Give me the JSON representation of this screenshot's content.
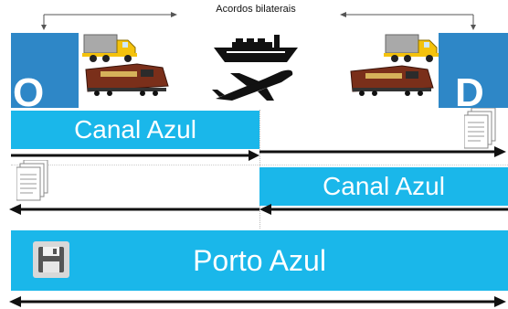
{
  "header": {
    "note": "Acordos bilaterais"
  },
  "origin": {
    "label": "O"
  },
  "destination": {
    "label": "D"
  },
  "flows": {
    "outbound_label": "Canal Azul",
    "inbound_label": "Canal Azul",
    "port_label": "Porto Azul"
  },
  "icons": [
    "truck-icon",
    "train-icon",
    "ship-icon",
    "airplane-icon",
    "document-icon",
    "floppy-disk-icon",
    "arrow-icon"
  ],
  "colors": {
    "channel": "#1ab7ea",
    "endpoint": "#2e87c7",
    "arrow": "#111111"
  }
}
